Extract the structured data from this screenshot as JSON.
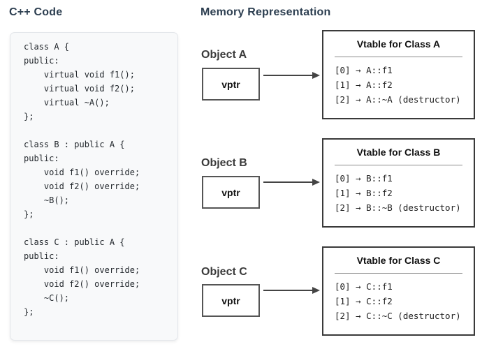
{
  "headings": {
    "left": "C++ Code",
    "right": "Memory Representation"
  },
  "code_block": {
    "code": "class A {\npublic:\n    virtual void f1();\n    virtual void f2();\n    virtual ~A();\n};\n\nclass B : public A {\npublic:\n    void f1() override;\n    void f2() override;\n    ~B();\n};\n\nclass C : public A {\npublic:\n    void f1() override;\n    void f2() override;\n    ~C();\n};"
  },
  "objects": [
    {
      "label": "Object A",
      "pointer_label": "vptr",
      "vtable": {
        "title": "Vtable for Class A",
        "entries": [
          "[0] → A::f1",
          "[1] → A::f2",
          "[2] → A::~A (destructor)"
        ]
      }
    },
    {
      "label": "Object B",
      "pointer_label": "vptr",
      "vtable": {
        "title": "Vtable for Class B",
        "entries": [
          "[0] → B::f1",
          "[1] → B::f2",
          "[2] → B::~B (destructor)"
        ]
      }
    },
    {
      "label": "Object C",
      "pointer_label": "vptr",
      "vtable": {
        "title": "Vtable for Class C",
        "entries": [
          "[0] → C::f1",
          "[1] → C::f2",
          "[2] → C::~C (destructor)"
        ]
      }
    }
  ],
  "colors": {
    "heading": "#2c3e50",
    "panel_background": "#f8f9fa",
    "panel_border": "#e3e6ea",
    "box_border": "#555555",
    "vtable_border": "#3a3a3a",
    "arrow": "#444444",
    "divider": "#8a8a8a"
  }
}
